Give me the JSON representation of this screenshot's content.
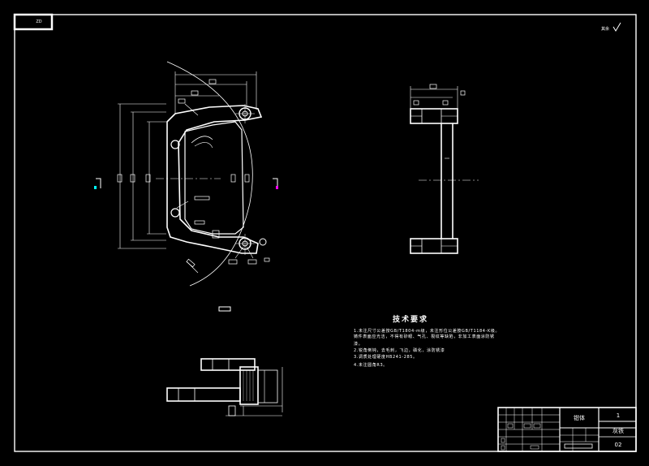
{
  "sheet": {
    "corner_code": "ZD",
    "roughness_symbol": "其余",
    "background": "#000000",
    "line_color": "#ffffff",
    "accent_colors": [
      "#00ffff",
      "#ff00ff"
    ]
  },
  "technical_requirements": {
    "title": "技术要求",
    "lines": [
      "1.未注尺寸公差按GB/T1804-m级，未注形位公差按GB/T1184-K级。",
      "铸件表面应光洁，不得有砂眼、气孔、裂纹等缺陷，非加工表面涂防锈",
      "漆。",
      "2.锐角倒钝，去毛刺，飞边，磷化，涂防锈漆",
      "3.调质处理硬度HB241-285。",
      "4.未注圆角R3。"
    ]
  },
  "title_block": {
    "part_name": "钳体",
    "scale": "1",
    "material_label": "灰铁",
    "sheet_code": "02"
  }
}
